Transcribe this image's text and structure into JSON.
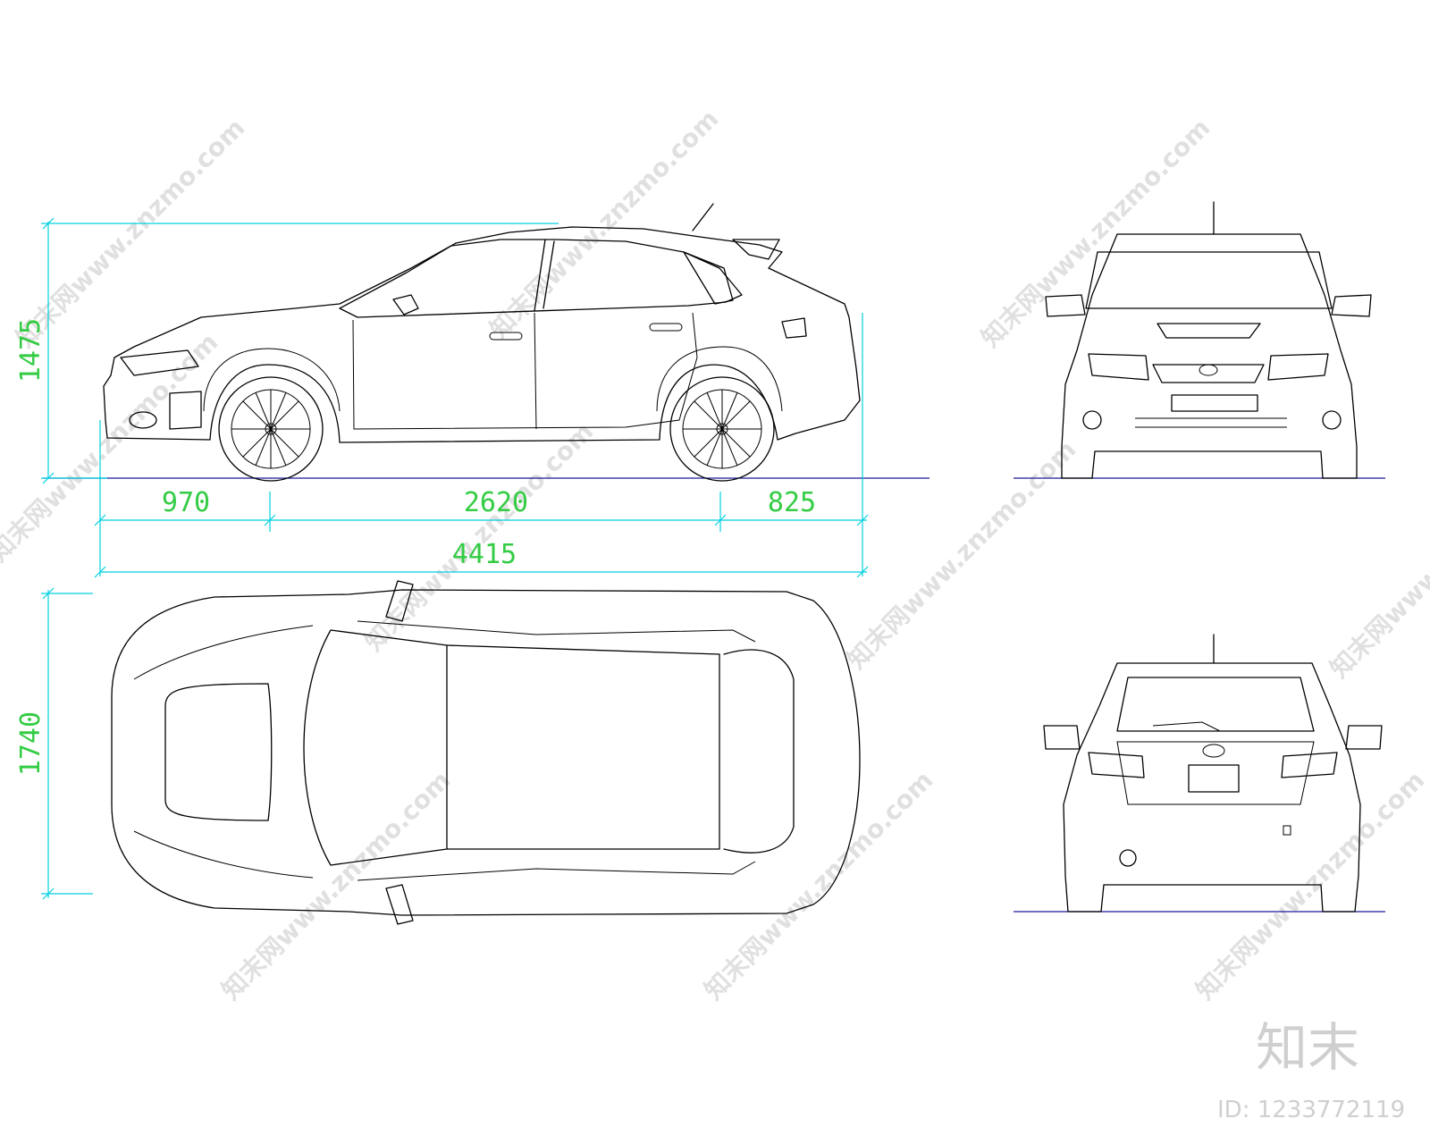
{
  "dimensions": {
    "overall_height": "1475",
    "front_overhang": "970",
    "wheelbase": "2620",
    "rear_overhang": "825",
    "overall_length": "4415",
    "overall_width": "1740"
  },
  "watermark": {
    "text": "知末网www.znzmo.com"
  },
  "branding": {
    "logo": "知末",
    "id_label": "ID: 1233772119"
  },
  "colors": {
    "dimension_line": "#00d0e0",
    "dimension_text": "#33cc44",
    "ground_line": "#1a1a9a",
    "drawing": "#000000"
  }
}
